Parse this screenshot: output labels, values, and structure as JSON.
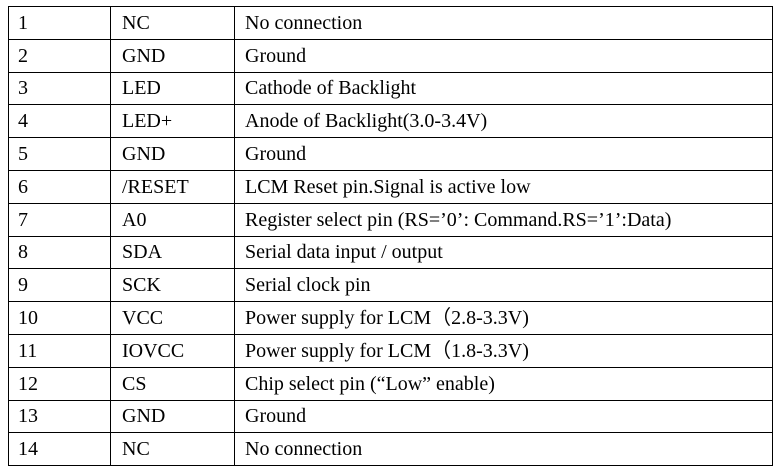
{
  "table": {
    "rows": [
      {
        "pin": "1",
        "symbol": "NC",
        "function": "No connection"
      },
      {
        "pin": "2",
        "symbol": "GND",
        "function": "Ground"
      },
      {
        "pin": "3",
        "symbol": "LED",
        "function": "Cathode of Backlight"
      },
      {
        "pin": "4",
        "symbol": "LED+",
        "function": "Anode of Backlight(3.0-3.4V)"
      },
      {
        "pin": "5",
        "symbol": "GND",
        "function": "Ground"
      },
      {
        "pin": "6",
        "symbol": "/RESET",
        "function": "LCM Reset pin.Signal is active low"
      },
      {
        "pin": "7",
        "symbol": "A0",
        "function": "Register select pin (RS=’0’: Command.RS=’1’:Data)"
      },
      {
        "pin": "8",
        "symbol": "SDA",
        "function": "Serial data input / output"
      },
      {
        "pin": "9",
        "symbol": "SCK",
        "function": "Serial clock pin"
      },
      {
        "pin": "10",
        "symbol": "VCC",
        "function": "Power supply for LCM（2.8-3.3V)"
      },
      {
        "pin": "11",
        "symbol": "IOVCC",
        "function": "Power supply for LCM（1.8-3.3V)"
      },
      {
        "pin": "12",
        "symbol": "CS",
        "function": "Chip select pin (“Low” enable)"
      },
      {
        "pin": "13",
        "symbol": "GND",
        "function": "Ground"
      },
      {
        "pin": "14",
        "symbol": "NC",
        "function": "No connection"
      }
    ]
  }
}
